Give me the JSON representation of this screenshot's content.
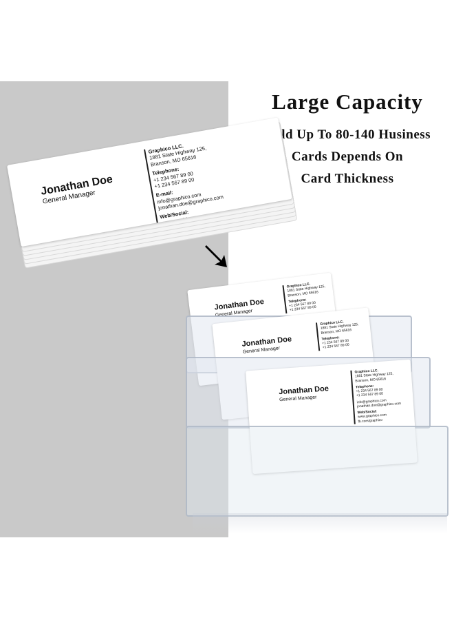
{
  "headline": {
    "title": "Large Capacity",
    "line1": "Hold Up To 80-140 Husiness",
    "line2": "Cards Depends On",
    "line3": "Card Thickness"
  },
  "card": {
    "name": "Jonathan Doe",
    "role": "General Manager",
    "company": "Graphico LLC.",
    "address1": "1881 State Highway 125,",
    "address2": "Branson, MO 65616",
    "telephone_label": "Telephone:",
    "phone1": "+1 234 567 89 00",
    "phone2": "+1 234 567 89 00",
    "email_label": "E-mail:",
    "email1": "info@graphico.com",
    "email2": "jonathan.doe@graphico.com",
    "web_label": "Web/Social:",
    "web1": "www.graphico.com",
    "web2": "fb.com/graphico"
  },
  "colors": {
    "panel": "#c9c9c9",
    "text": "#111111"
  }
}
